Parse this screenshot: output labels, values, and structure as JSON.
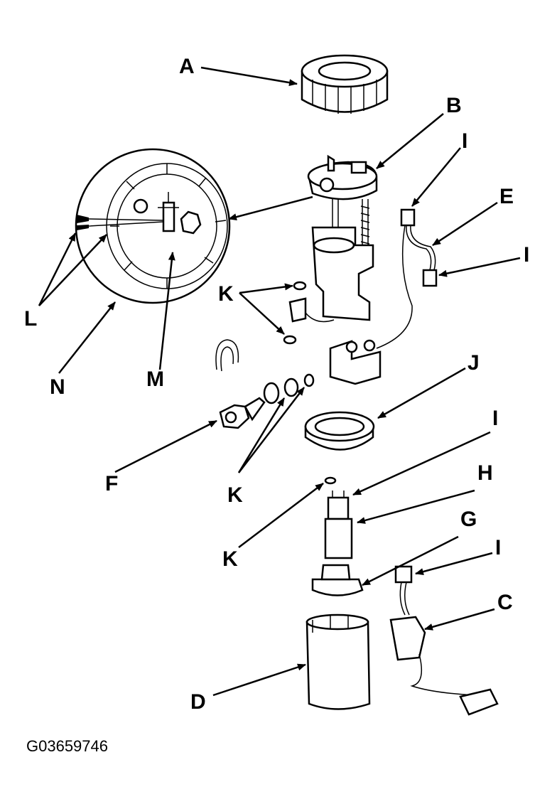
{
  "labels": {
    "A": "A",
    "B": "B",
    "C": "C",
    "D": "D",
    "E": "E",
    "F": "F",
    "G": "G",
    "H": "H",
    "I": "I",
    "J": "J",
    "K": "K",
    "L": "L",
    "M": "M",
    "N": "N"
  },
  "figure_code": "G03659746"
}
